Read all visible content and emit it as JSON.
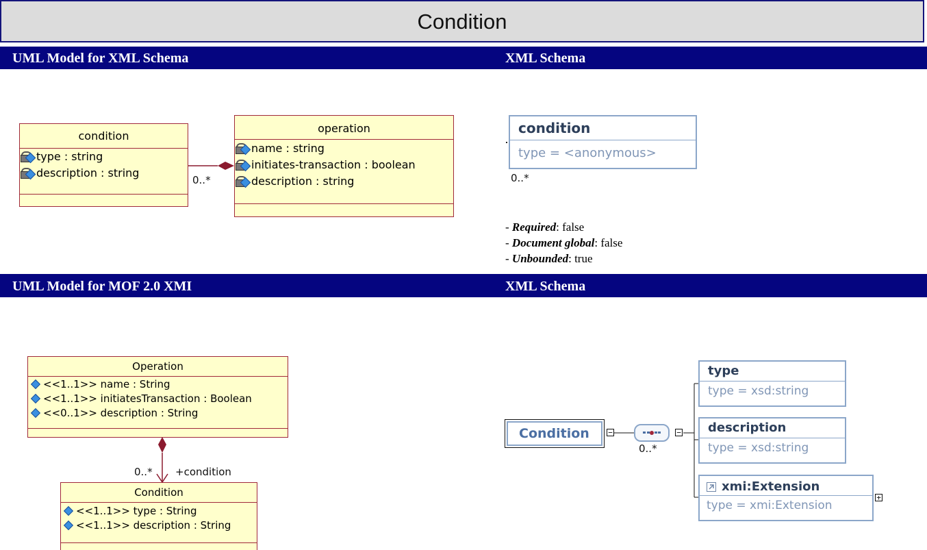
{
  "title": "Condition",
  "sections": {
    "s1_left": "UML Model for XML Schema",
    "s1_right": "XML Schema",
    "s2_left": "UML Model for MOF 2.0 XMI",
    "s2_right": "XML Schema"
  },
  "uml1": {
    "condition": {
      "name": "condition",
      "attrs": [
        "type : string",
        "description : string"
      ]
    },
    "operation": {
      "name": "operation",
      "attrs": [
        "name : string",
        "initiates-transaction : boolean",
        "description : string"
      ]
    },
    "multiplicity": "0..*"
  },
  "xsd1": {
    "element_name": "condition",
    "element_type": "type = <anonymous>",
    "multiplicity": "0..*",
    "properties": [
      {
        "label": "Required",
        "value": ": false"
      },
      {
        "label": "Document global",
        "value": ": false"
      },
      {
        "label": "Unbounded",
        "value": ": true"
      }
    ]
  },
  "uml2": {
    "operation": {
      "name": "Operation",
      "attrs": [
        "<<1..1>> name : String",
        "<<1..1>> initiatesTransaction : Boolean",
        "<<0..1>> description : String"
      ]
    },
    "condition": {
      "name": "Condition",
      "attrs": [
        "<<1..1>> type : String",
        "<<1..1>> description : String"
      ]
    },
    "multiplicity": "0..*",
    "role": "+condition"
  },
  "xsd2": {
    "root": "Condition",
    "multiplicity": "0..*",
    "children": [
      {
        "name": "type",
        "type": "type = xsd:string"
      },
      {
        "name": "description",
        "type": "type = xsd:string"
      },
      {
        "name": "xmi:Extension",
        "type": "type = xmi:Extension"
      }
    ]
  },
  "colors": {
    "header_bar": "#050580",
    "title_bg": "#dcdcdc",
    "uml_fill": "#ffffcc",
    "uml_border": "#a0283a",
    "xsd_border": "#8ba6c9"
  },
  "icons": [
    "lock-attribute-icon",
    "attribute-diamond-icon",
    "sequence-compositor-icon",
    "collapse-icon",
    "expand-icon",
    "reference-arrow-icon"
  ]
}
